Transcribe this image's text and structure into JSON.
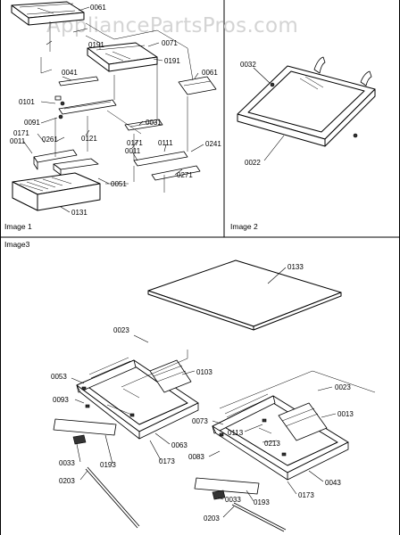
{
  "watermark": "AppliancePartsPros.com",
  "captions": {
    "image1": "Image 1",
    "image2": "Image 2",
    "image3": "Image3"
  },
  "labels": {
    "p0061a": "0061",
    "p0071": "0071",
    "p0191a": "0191",
    "p0191b": "0191",
    "p0041": "0041",
    "p0061b": "0061",
    "p0101": "0101",
    "p0091": "0091",
    "p0031": "0031",
    "p0121": "0121",
    "p0171a": "0171",
    "p0011a": "0011",
    "p0261": "0261",
    "p0171b": "0171",
    "p0111": "0111",
    "p0011b": "0011",
    "p0241": "0241",
    "p0051": "0051",
    "p0271": "0271",
    "p0131": "0131",
    "p0032": "0032",
    "p0022": "0022",
    "p0133": "0133",
    "p0023a": "0023",
    "p0103": "0103",
    "p0053": "0053",
    "p0023b": "0023",
    "p0093": "0093",
    "p0013": "0013",
    "p0073": "0073",
    "p0113": "0113",
    "p0213": "0213",
    "p0063": "0063",
    "p0083": "0083",
    "p0033a": "0033",
    "p0193a": "0193",
    "p0173a": "0173",
    "p0043": "0043",
    "p0203a": "0203",
    "p0173b": "0173",
    "p0033b": "0033",
    "p0193b": "0193",
    "p0203b": "0203"
  }
}
